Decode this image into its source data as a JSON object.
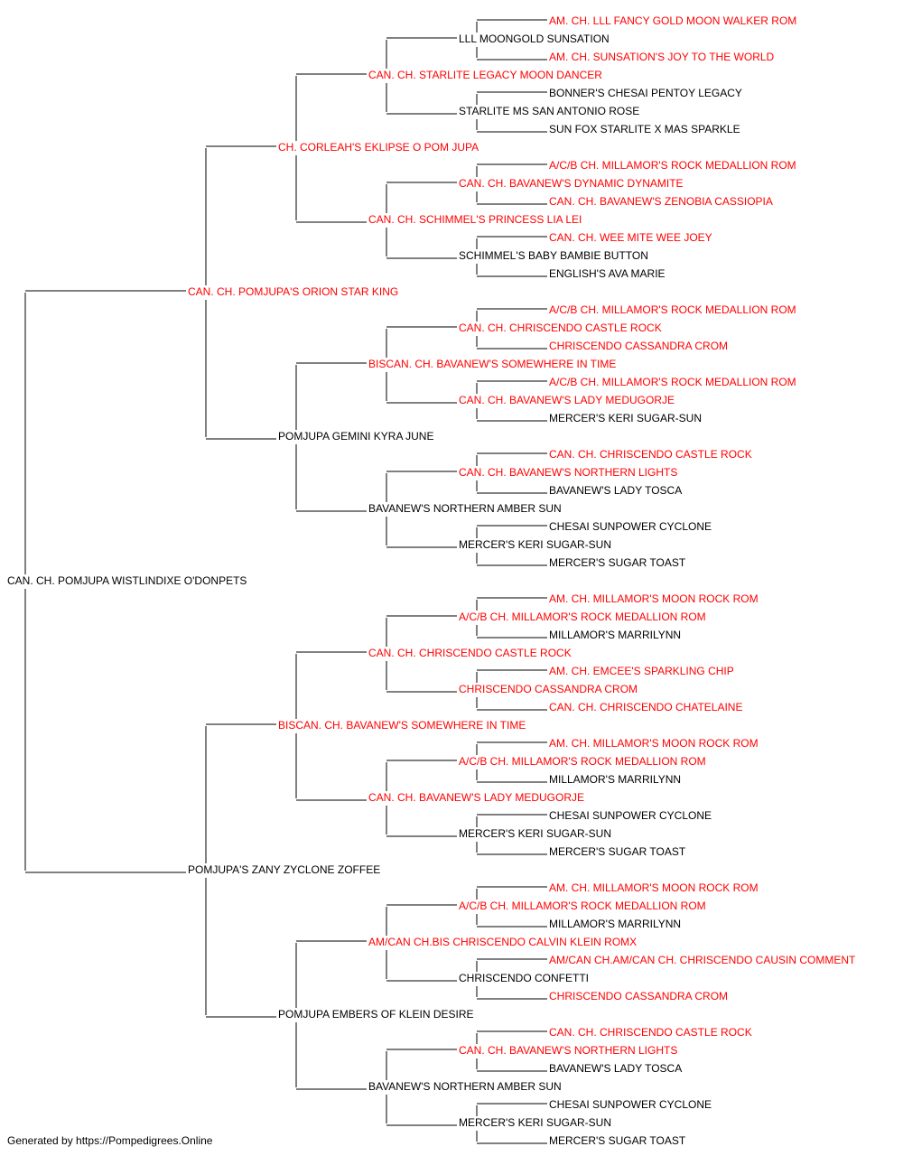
{
  "colors": {
    "champion": "#ff0000",
    "normal": "#000000",
    "line": "#000000"
  },
  "pedigree": {
    "name": "CAN. CH. POMJUPA WISTLINDIXE O'DONPETS",
    "champion": false,
    "sire": {
      "name": "CAN. CH. POMJUPA'S ORION STAR KING",
      "champion": true,
      "sire": {
        "name": "CH. CORLEAH'S EKLIPSE O POM JUPA",
        "champion": true,
        "sire": {
          "name": "CAN. CH. STARLITE LEGACY MOON DANCER",
          "champion": true,
          "sire": {
            "name": "LLL MOONGOLD SUNSATION",
            "champion": false,
            "sire": {
              "name": "AM. CH. LLL FANCY GOLD MOON WALKER ROM",
              "champion": true
            },
            "dam": {
              "name": "AM. CH. SUNSATION'S JOY TO THE WORLD",
              "champion": true
            }
          },
          "dam": {
            "name": "STARLITE MS SAN ANTONIO ROSE",
            "champion": false,
            "sire": {
              "name": "BONNER'S CHESAI PENTOY LEGACY",
              "champion": false
            },
            "dam": {
              "name": "SUN FOX STARLITE X MAS SPARKLE",
              "champion": false
            }
          }
        },
        "dam": {
          "name": "CAN. CH. SCHIMMEL'S PRINCESS LIA LEI",
          "champion": true,
          "sire": {
            "name": "CAN. CH. BAVANEW'S DYNAMIC DYNAMITE",
            "champion": true,
            "sire": {
              "name": "A/C/B CH. MILLAMOR'S ROCK MEDALLION ROM",
              "champion": true
            },
            "dam": {
              "name": "CAN. CH. BAVANEW'S ZENOBIA CASSIOPIA",
              "champion": true
            }
          },
          "dam": {
            "name": "SCHIMMEL'S BABY BAMBIE BUTTON",
            "champion": false,
            "sire": {
              "name": "CAN. CH. WEE MITE WEE JOEY",
              "champion": true
            },
            "dam": {
              "name": "ENGLISH'S AVA MARIE",
              "champion": false
            }
          }
        }
      },
      "dam": {
        "name": "POMJUPA GEMINI KYRA JUNE",
        "champion": false,
        "sire": {
          "name": "BISCAN. CH. BAVANEW'S SOMEWHERE IN TIME",
          "champion": true,
          "sire": {
            "name": "CAN. CH. CHRISCENDO CASTLE ROCK",
            "champion": true,
            "sire": {
              "name": "A/C/B CH. MILLAMOR'S ROCK MEDALLION ROM",
              "champion": true
            },
            "dam": {
              "name": "CHRISCENDO CASSANDRA CROM",
              "champion": true
            }
          },
          "dam": {
            "name": "CAN. CH. BAVANEW'S LADY MEDUGORJE",
            "champion": true,
            "sire": {
              "name": "A/C/B CH. MILLAMOR'S ROCK MEDALLION ROM",
              "champion": true
            },
            "dam": {
              "name": "MERCER'S KERI SUGAR-SUN",
              "champion": false
            }
          }
        },
        "dam": {
          "name": "BAVANEW'S NORTHERN AMBER SUN",
          "champion": false,
          "sire": {
            "name": "CAN. CH. BAVANEW'S NORTHERN LIGHTS",
            "champion": true,
            "sire": {
              "name": "CAN. CH. CHRISCENDO CASTLE ROCK",
              "champion": true
            },
            "dam": {
              "name": "BAVANEW'S LADY TOSCA",
              "champion": false
            }
          },
          "dam": {
            "name": "MERCER'S KERI SUGAR-SUN",
            "champion": false,
            "sire": {
              "name": "CHESAI SUNPOWER CYCLONE",
              "champion": false
            },
            "dam": {
              "name": "MERCER'S SUGAR TOAST",
              "champion": false
            }
          }
        }
      }
    },
    "dam": {
      "name": "POMJUPA'S ZANY ZYCLONE ZOFFEE",
      "champion": false,
      "sire": {
        "name": "BISCAN. CH. BAVANEW'S SOMEWHERE IN TIME",
        "champion": true,
        "sire": {
          "name": "CAN. CH. CHRISCENDO CASTLE ROCK",
          "champion": true,
          "sire": {
            "name": "A/C/B CH. MILLAMOR'S ROCK MEDALLION ROM",
            "champion": true,
            "sire": {
              "name": "AM. CH. MILLAMOR'S MOON ROCK ROM",
              "champion": true
            },
            "dam": {
              "name": "MILLAMOR'S MARRILYNN",
              "champion": false
            }
          },
          "dam": {
            "name": "CHRISCENDO CASSANDRA CROM",
            "champion": true,
            "sire": {
              "name": "AM. CH. EMCEE'S SPARKLING CHIP",
              "champion": true
            },
            "dam": {
              "name": "CAN. CH. CHRISCENDO CHATELAINE",
              "champion": true
            }
          }
        },
        "dam": {
          "name": "CAN. CH. BAVANEW'S LADY MEDUGORJE",
          "champion": true,
          "sire": {
            "name": "A/C/B CH. MILLAMOR'S ROCK MEDALLION ROM",
            "champion": true,
            "sire": {
              "name": "AM. CH. MILLAMOR'S MOON ROCK ROM",
              "champion": true
            },
            "dam": {
              "name": "MILLAMOR'S MARRILYNN",
              "champion": false
            }
          },
          "dam": {
            "name": "MERCER'S KERI SUGAR-SUN",
            "champion": false,
            "sire": {
              "name": "CHESAI SUNPOWER CYCLONE",
              "champion": false
            },
            "dam": {
              "name": "MERCER'S SUGAR TOAST",
              "champion": false
            }
          }
        }
      },
      "dam": {
        "name": "POMJUPA EMBERS OF KLEIN DESIRE",
        "champion": false,
        "sire": {
          "name": "AM/CAN CH.BIS CHRISCENDO CALVIN KLEIN ROMX",
          "champion": true,
          "sire": {
            "name": "A/C/B CH. MILLAMOR'S ROCK MEDALLION ROM",
            "champion": true,
            "sire": {
              "name": "AM. CH. MILLAMOR'S MOON ROCK ROM",
              "champion": true
            },
            "dam": {
              "name": "MILLAMOR'S MARRILYNN",
              "champion": false
            }
          },
          "dam": {
            "name": "CHRISCENDO CONFETTI",
            "champion": false,
            "sire": {
              "name": "AM/CAN CH.AM/CAN CH. CHRISCENDO CAUSIN COMMENT",
              "champion": true
            },
            "dam": {
              "name": "CHRISCENDO CASSANDRA CROM",
              "champion": true
            }
          }
        },
        "dam": {
          "name": "BAVANEW'S NORTHERN AMBER SUN",
          "champion": false,
          "sire": {
            "name": "CAN. CH. BAVANEW'S NORTHERN LIGHTS",
            "champion": true,
            "sire": {
              "name": "CAN. CH. CHRISCENDO CASTLE ROCK",
              "champion": true
            },
            "dam": {
              "name": "BAVANEW'S LADY TOSCA",
              "champion": false
            }
          },
          "dam": {
            "name": "MERCER'S KERI SUGAR-SUN",
            "champion": false,
            "sire": {
              "name": "CHESAI SUNPOWER CYCLONE",
              "champion": false
            },
            "dam": {
              "name": "MERCER'S SUGAR TOAST",
              "champion": false
            }
          }
        }
      }
    }
  },
  "footer": "Generated by https://Pompedigrees.Online"
}
